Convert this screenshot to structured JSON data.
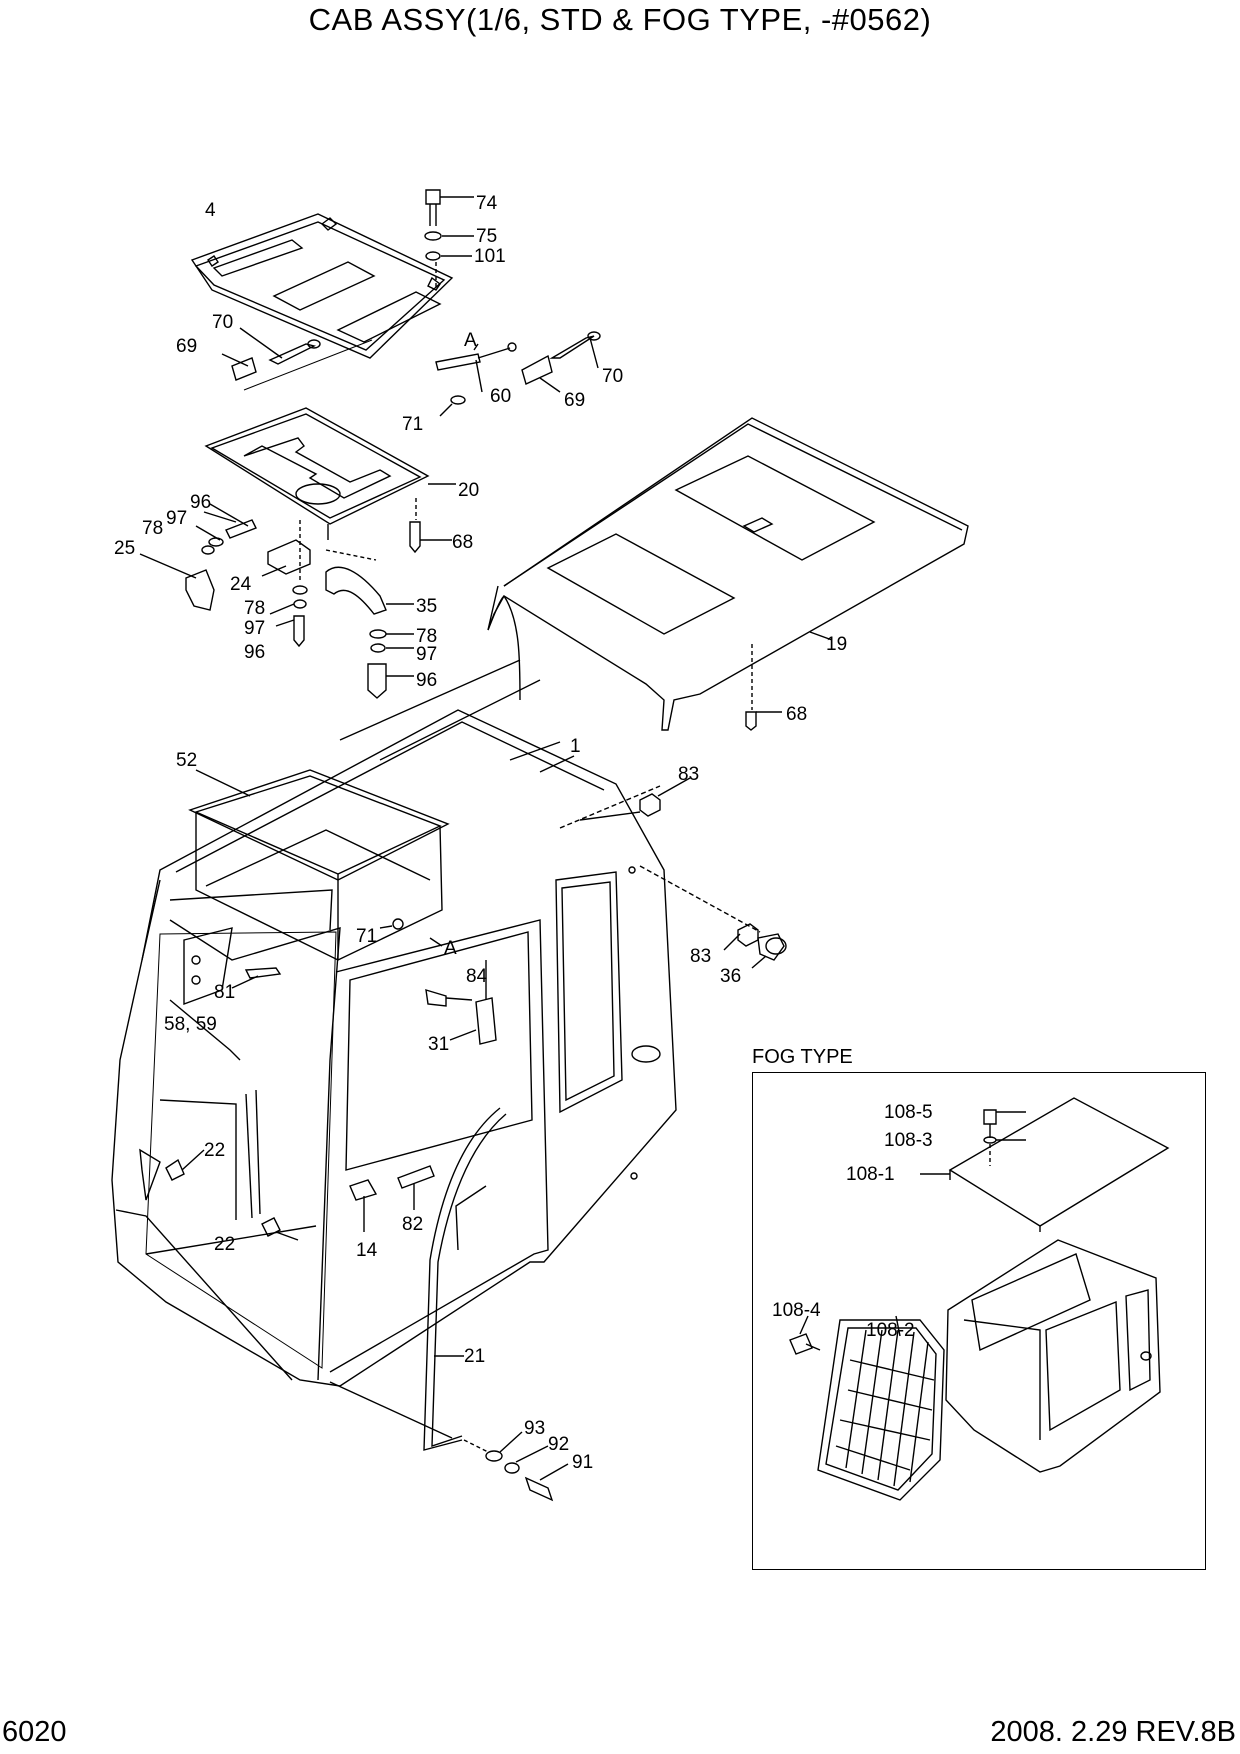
{
  "title": "CAB ASSY(1/6, STD & FOG TYPE, -#0562)",
  "page_number": "6020",
  "revision": "2008. 2.29  REV.8B",
  "fog_type_label": "FOG TYPE",
  "callouts": {
    "c4": "4",
    "c74": "74",
    "c75": "75",
    "c101": "101",
    "c70a": "70",
    "c69a": "69",
    "cA1": "A",
    "c70b": "70",
    "c60": "60",
    "c69b": "69",
    "c71a": "71",
    "c20": "20",
    "c96a": "96",
    "c97a": "97",
    "c78a": "78",
    "c25": "25",
    "c68a": "68",
    "c24": "24",
    "c78b": "78",
    "c97b": "97",
    "c96b": "96",
    "c35": "35",
    "c78c": "78",
    "c97c": "97",
    "c96c": "96",
    "c19": "19",
    "c68b": "68",
    "c52": "52",
    "c1": "1",
    "c83a": "83",
    "c71b": "71",
    "cA2": "A",
    "c83b": "83",
    "c36": "36",
    "c84": "84",
    "c81": "81",
    "c5859": "58, 59",
    "c31": "31",
    "c22a": "22",
    "c22b": "22",
    "c14": "14",
    "c82": "82",
    "c21": "21",
    "c93": "93",
    "c92": "92",
    "c91": "91",
    "c1085": "108-5",
    "c1083": "108-3",
    "c1081": "108-1",
    "c1084": "108-4",
    "c1082": "108-2"
  }
}
